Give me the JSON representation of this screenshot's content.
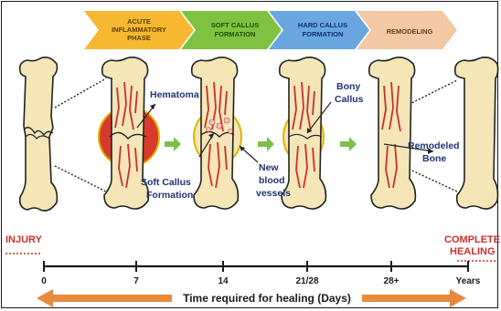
{
  "phases": [
    {
      "lines": [
        "ACUTE",
        "INFLAMMATORY",
        "PHASE"
      ]
    },
    {
      "lines": [
        "SOFT CALLUS",
        "FORMATION"
      ]
    },
    {
      "lines": [
        "HARD CALLUS",
        "FORMATION"
      ]
    },
    {
      "lines": [
        "REMODELING"
      ]
    }
  ],
  "labels": {
    "hematoma": "Hematoma",
    "soft_callus": [
      "Soft Callus",
      "Formation"
    ],
    "new_vessels": [
      "New",
      "blood",
      "vessels"
    ],
    "bony_callus": [
      "Bony",
      "Callus"
    ],
    "remodeled_bone": [
      "Remodeled",
      "Bone"
    ]
  },
  "injury": "INJURY",
  "complete_healing": [
    "COMPLETE",
    "HEALING"
  ],
  "timeline": {
    "ticks": [
      "0",
      "7",
      "14",
      "21/28",
      "28+",
      "Years"
    ],
    "title": "Time required for healing (Days)"
  },
  "colors": {
    "bone": "#f5e6b8",
    "bone_outline": "#222222",
    "vessel": "#c9302c",
    "hematoma": "#d93a2b",
    "arrow_green": "#7cc04b",
    "timeline_arrow": "#e88a3d",
    "phase1": "#f6b830",
    "phase2": "#7fc241",
    "phase3": "#6aa7e0",
    "phase4": "#f2c9a4"
  }
}
